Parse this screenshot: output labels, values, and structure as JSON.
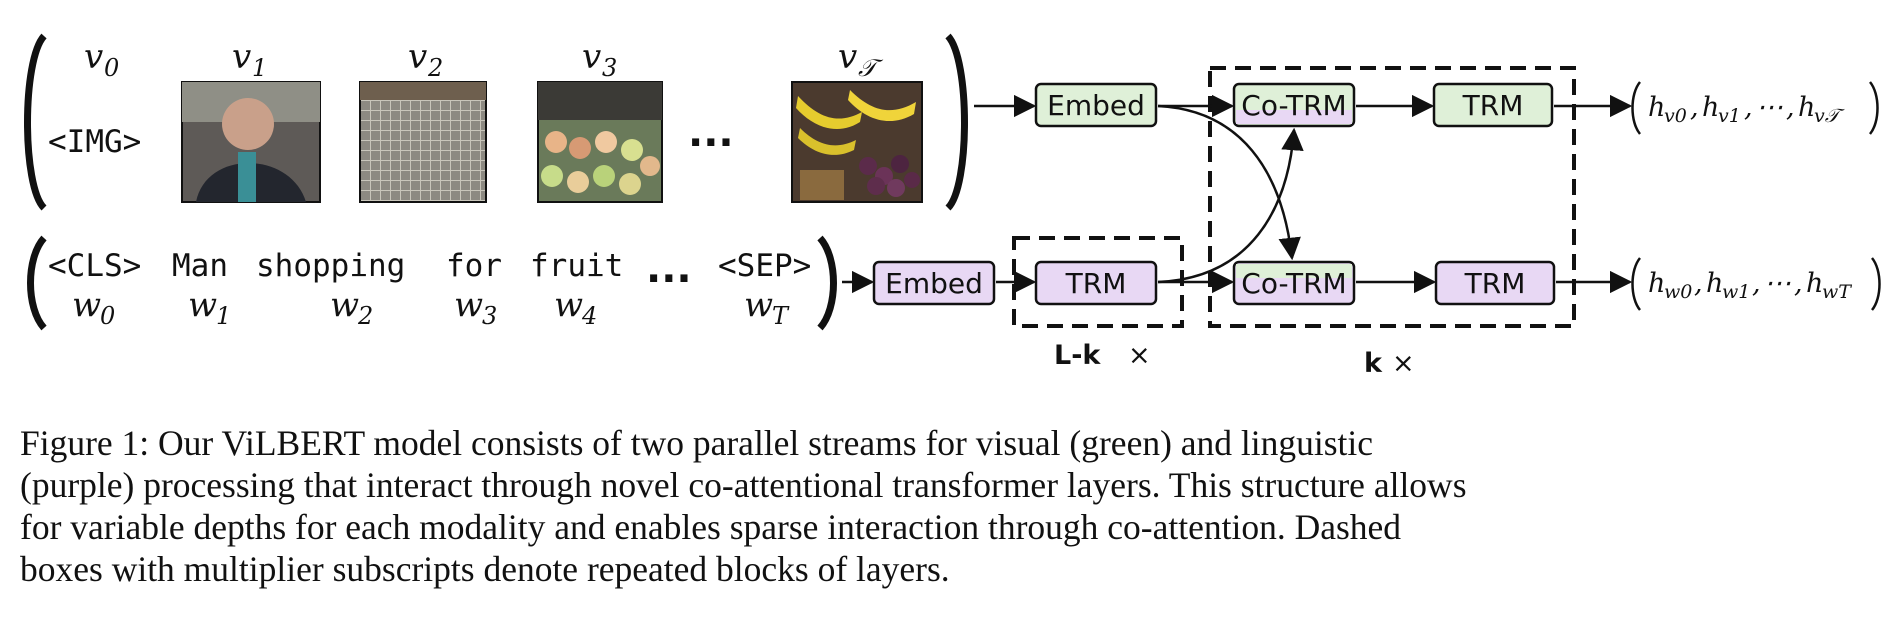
{
  "figure": {
    "visual": {
      "symbols": [
        "v",
        "v",
        "v",
        "v",
        "v"
      ],
      "subscripts": [
        "0",
        "1",
        "2",
        "3",
        "𝒯"
      ],
      "img_token": "<IMG>",
      "ellipsis": "···"
    },
    "text": {
      "tokens": [
        "<CLS>",
        "Man",
        "shopping",
        "for",
        "fruit",
        "<SEP>"
      ],
      "symbols": [
        "w",
        "w",
        "w",
        "w",
        "w",
        "w"
      ],
      "subscripts": [
        "0",
        "1",
        "2",
        "3",
        "4",
        "T"
      ],
      "ellipsis": "···"
    },
    "blocks": {
      "embed_visual": "Embed",
      "embed_text": "Embed",
      "trm_text_single": "TRM",
      "cotrm_visual": "Co-TRM",
      "trm_visual": "TRM",
      "cotrm_text": "Co-TRM",
      "trm_text": "TRM"
    },
    "outputs": {
      "visual": "(h_v0, h_v1, ⋯, h_v𝒯)",
      "visual_h": [
        "h",
        "h",
        "h"
      ],
      "visual_sub": [
        "v0",
        "v1",
        "v𝒯"
      ],
      "text_h": [
        "h",
        "h",
        "h"
      ],
      "text_sub": [
        "w0",
        "w1",
        "wT"
      ],
      "sep": ",",
      "mid": "⋯"
    },
    "multipliers": {
      "lk": "L-k",
      "k": "k",
      "times": "×"
    },
    "colors": {
      "visual_fill": "#dff0d8",
      "text_fill": "#e8d8f4",
      "stroke": "#111111"
    }
  },
  "caption": {
    "line1": "Figure 1: Our ViLBERT model consists of two parallel streams for visual (green) and linguistic",
    "line2": "(purple) processing that interact through novel co-attentional transformer layers. This structure allows",
    "line3": "for variable depths for each modality and enables sparse interaction through co-attention. Dashed",
    "line4": "boxes with multiplier subscripts denote repeated blocks of layers."
  }
}
